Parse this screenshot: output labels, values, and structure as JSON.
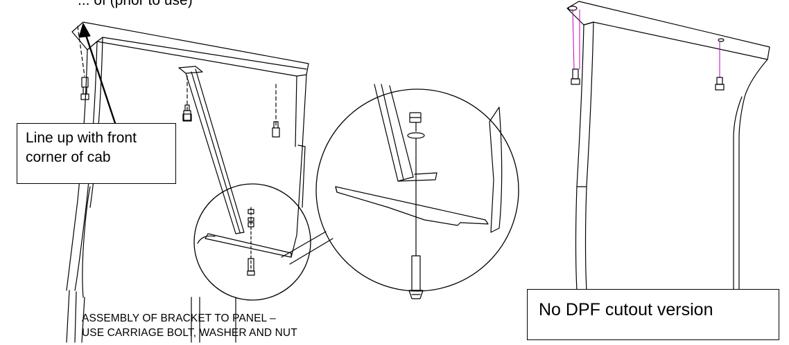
{
  "callout": {
    "line1": "Line up with front",
    "line2": "corner of cab"
  },
  "caption": {
    "line1": "ASSEMBLY OF BRACKET TO PANEL –",
    "line2": "USE CARRIAGE BOLT, WASHER AND NUT"
  },
  "version_label": "No DPF cutout version",
  "top_partial_text": "... of (prior to use)"
}
